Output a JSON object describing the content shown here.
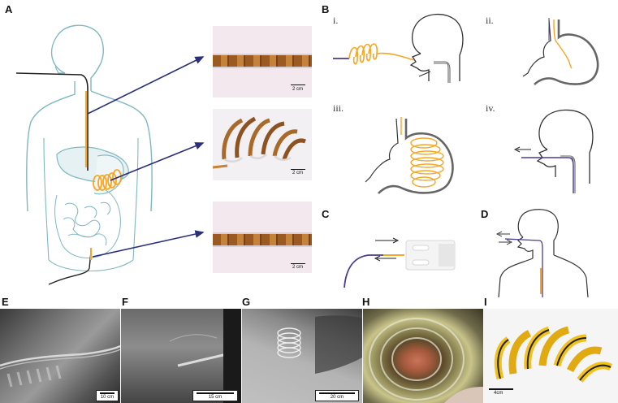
{
  "panels": {
    "A": "A",
    "B": "B",
    "C": "C",
    "D": "D",
    "E": "E",
    "F": "F",
    "G": "G",
    "H": "H",
    "I": "I"
  },
  "sub_panels": {
    "i": "i.",
    "ii": "ii.",
    "iii": "iii.",
    "iv": "iv."
  },
  "scale_bars": {
    "a_top": "2 cm",
    "a_mid": "2 cm",
    "a_bot": "2 cm",
    "e": "10 cm",
    "f": "15 cm",
    "g": "20 cm",
    "i": "4cm"
  },
  "colors": {
    "device_orange": "#f5a623",
    "tube_purple": "#4b3a8f",
    "arrow_navy": "#2b2f7a",
    "anatomy_teal": "#7fb8c0",
    "outline_gray": "#333333",
    "tape_yellow": "#f2c21a"
  }
}
